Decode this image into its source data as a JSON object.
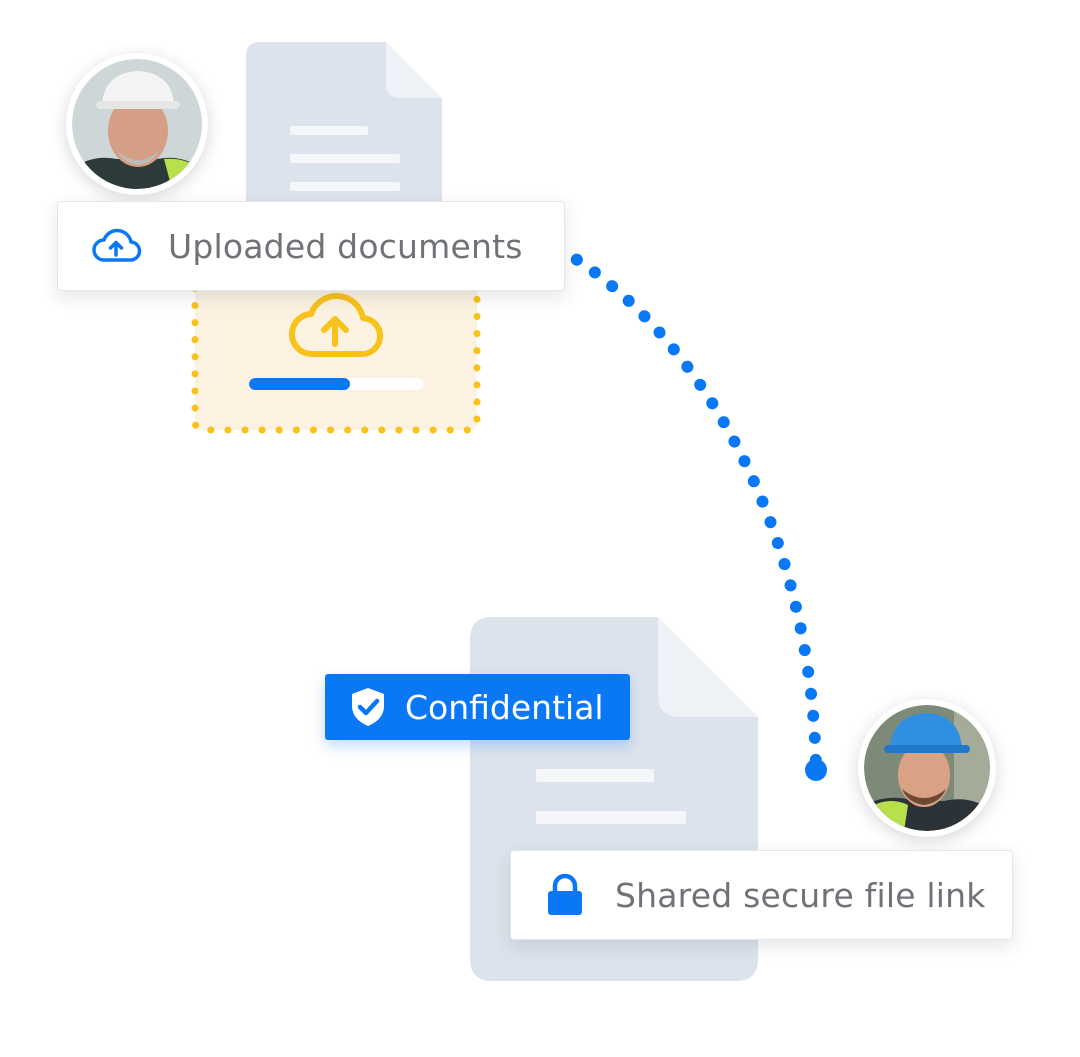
{
  "upload_card": {
    "label": "Uploaded documents",
    "icon": "cloud-upload-icon"
  },
  "upload_zone": {
    "icon": "cloud-upload-icon",
    "progress": 0.58,
    "progress_color": "#0a78f5",
    "border_color": "#f8c21b",
    "fill_color": "#fbf2e1"
  },
  "confidential_badge": {
    "label": "Confidential",
    "icon": "shield-check-icon",
    "color": "#0a78f5"
  },
  "secure_link_card": {
    "label": "Shared secure file link",
    "icon": "lock-icon"
  },
  "connector": {
    "color": "#0a78f5",
    "style": "dotted"
  },
  "avatars": [
    {
      "icon": "worker-white-hardhat-avatar"
    },
    {
      "icon": "worker-blue-hardhat-avatar"
    }
  ]
}
